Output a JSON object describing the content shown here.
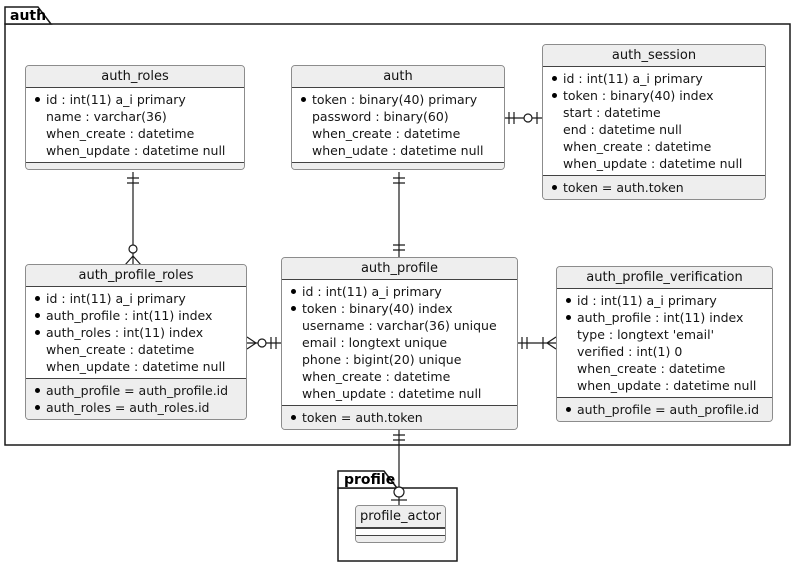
{
  "packages": [
    {
      "id": "auth",
      "name": "auth"
    },
    {
      "id": "profile",
      "name": "profile"
    }
  ],
  "tables": [
    {
      "id": "auth_roles",
      "title": "auth_roles",
      "fields": [
        {
          "bullet": true,
          "text": "id : int(11) a_i primary"
        },
        {
          "bullet": false,
          "text": "name : varchar(36)"
        },
        {
          "bullet": false,
          "text": "when_create : datetime"
        },
        {
          "bullet": false,
          "text": "when_update : datetime null"
        }
      ],
      "constraints": []
    },
    {
      "id": "auth",
      "title": "auth",
      "fields": [
        {
          "bullet": true,
          "text": "token : binary(40) primary"
        },
        {
          "bullet": false,
          "text": "password : binary(60)"
        },
        {
          "bullet": false,
          "text": "when_create : datetime"
        },
        {
          "bullet": false,
          "text": "when_udate : datetime null"
        }
      ],
      "constraints": []
    },
    {
      "id": "auth_session",
      "title": "auth_session",
      "fields": [
        {
          "bullet": true,
          "text": "id : int(11) a_i primary"
        },
        {
          "bullet": true,
          "text": "token : binary(40) index"
        },
        {
          "bullet": false,
          "text": "start : datetime"
        },
        {
          "bullet": false,
          "text": "end : datetime null"
        },
        {
          "bullet": false,
          "text": "when_create : datetime"
        },
        {
          "bullet": false,
          "text": "when_update : datetime null"
        }
      ],
      "constraints": [
        {
          "bullet": true,
          "text": "token = auth.token"
        }
      ]
    },
    {
      "id": "auth_profile_roles",
      "title": "auth_profile_roles",
      "fields": [
        {
          "bullet": true,
          "text": "id : int(11) a_i primary"
        },
        {
          "bullet": true,
          "text": "auth_profile : int(11) index"
        },
        {
          "bullet": true,
          "text": "auth_roles : int(11) index"
        },
        {
          "bullet": false,
          "text": "when_create : datetime"
        },
        {
          "bullet": false,
          "text": "when_update : datetime null"
        }
      ],
      "constraints": [
        {
          "bullet": true,
          "text": "auth_profile = auth_profile.id"
        },
        {
          "bullet": true,
          "text": "auth_roles = auth_roles.id"
        }
      ]
    },
    {
      "id": "auth_profile",
      "title": "auth_profile",
      "fields": [
        {
          "bullet": true,
          "text": "id : int(11) a_i primary"
        },
        {
          "bullet": true,
          "text": "token : binary(40) index"
        },
        {
          "bullet": false,
          "text": "username : varchar(36) unique"
        },
        {
          "bullet": false,
          "text": "email : longtext unique"
        },
        {
          "bullet": false,
          "text": "phone : bigint(20) unique"
        },
        {
          "bullet": false,
          "text": "when_create : datetime"
        },
        {
          "bullet": false,
          "text": "when_update : datetime null"
        }
      ],
      "constraints": [
        {
          "bullet": true,
          "text": "token = auth.token"
        }
      ]
    },
    {
      "id": "auth_profile_verification",
      "title": "auth_profile_verification",
      "fields": [
        {
          "bullet": true,
          "text": "id : int(11) a_i primary"
        },
        {
          "bullet": true,
          "text": "auth_profile : int(11) index"
        },
        {
          "bullet": false,
          "text": "type : longtext 'email'"
        },
        {
          "bullet": false,
          "text": "verified : int(1) 0"
        },
        {
          "bullet": false,
          "text": "when_create : datetime"
        },
        {
          "bullet": false,
          "text": "when_update : datetime null"
        }
      ],
      "constraints": [
        {
          "bullet": true,
          "text": "auth_profile = auth_profile.id"
        }
      ]
    },
    {
      "id": "profile_actor",
      "title": "profile_actor",
      "fields": [],
      "constraints": []
    }
  ],
  "relations": [
    {
      "from": "auth",
      "to": "auth_session",
      "from_end": "exactly-one",
      "to_end": "zero-or-one"
    },
    {
      "from": "auth_roles",
      "to": "auth_profile_roles",
      "from_end": "exactly-one",
      "to_end": "zero-or-many"
    },
    {
      "from": "auth",
      "to": "auth_profile",
      "from_end": "exactly-one",
      "to_end": "exactly-one"
    },
    {
      "from": "auth_profile_roles",
      "to": "auth_profile",
      "from_end": "zero-or-many",
      "to_end": "exactly-one"
    },
    {
      "from": "auth_profile",
      "to": "auth_profile_verification",
      "from_end": "exactly-one",
      "to_end": "one-or-many"
    },
    {
      "from": "auth_profile",
      "to": "profile_actor",
      "from_end": "exactly-one",
      "to_end": "zero-or-one"
    }
  ]
}
